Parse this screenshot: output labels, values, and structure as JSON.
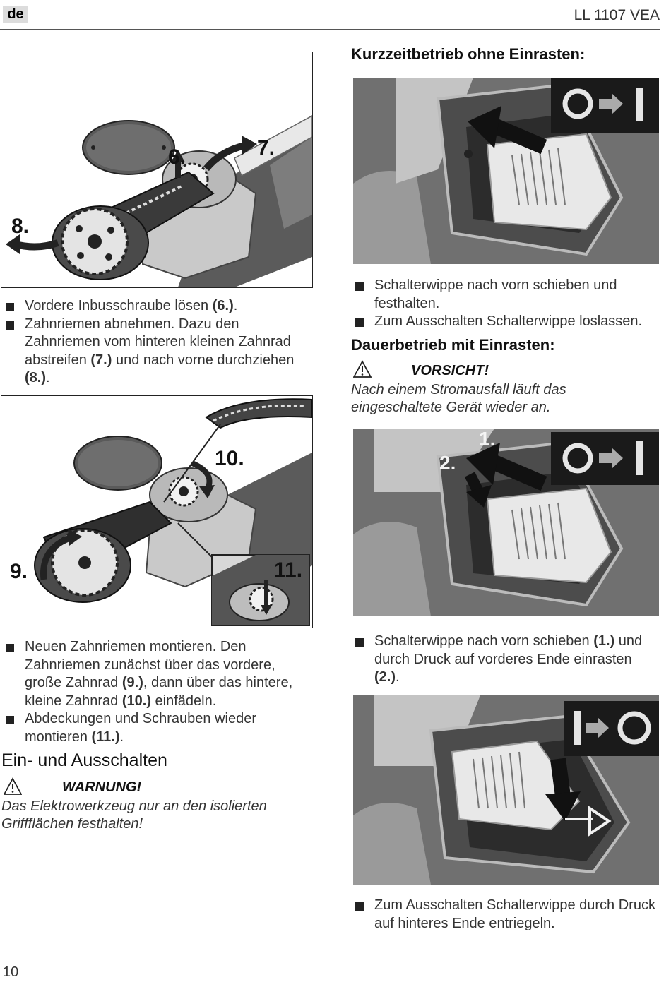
{
  "header": {
    "language": "de",
    "model": "LL 1107 VEA"
  },
  "figures": {
    "fig1_labels": [
      "6.",
      "7.",
      "8."
    ],
    "fig2_labels": [
      "10.",
      "9.",
      "11."
    ],
    "fig3_labels": [
      "1.",
      "2."
    ]
  },
  "left": {
    "steps1": [
      [
        "Vordere Inbusschraube lösen ",
        "(6.)",
        "."
      ],
      [
        "Zahnriemen abnehmen. Dazu den Zahnriemen vom hinteren kleinen Zahnrad abstreifen ",
        "(7.)",
        " und nach vorne durchziehen ",
        "(8.)",
        "."
      ]
    ],
    "steps2": [
      [
        "Neuen Zahnriemen montieren. Den Zahnriemen zunächst über das vordere, große Zahnrad ",
        "(9.)",
        ", dann über das hintere, kleine Zahnrad ",
        "(10.)",
        " einfädeln."
      ],
      [
        "Abdeckungen und Schrauben wieder montieren ",
        "(11.)",
        "."
      ]
    ],
    "section_title": "Ein- und Ausschalten",
    "warning": {
      "title": "WARNUNG!",
      "text": "Das Elektrowerkzeug nur an den isolierten Griffflächen festhalten!"
    }
  },
  "right": {
    "title1": "Kurzzeitbetrieb ohne Einrasten:",
    "list1": [
      "Schalterwippe nach vorn schieben und festhalten.",
      "Zum Ausschalten Schalterwippe loslassen."
    ],
    "title2": "Dauerbetrieb mit Einrasten:",
    "caution": {
      "title": "VORSICHT!",
      "text": "Nach einem Stromausfall läuft das eingeschaltete Gerät wieder an."
    },
    "list2": [
      [
        "Schalterwippe nach vorn schieben ",
        "(1.)",
        " und durch Druck auf vorderes Ende einrasten ",
        "(2.)",
        "."
      ]
    ],
    "list3": [
      "Zum Ausschalten Schalterwippe durch Druck auf hinteres Ende entriegeln."
    ]
  },
  "footer": {
    "page_number": "10"
  }
}
